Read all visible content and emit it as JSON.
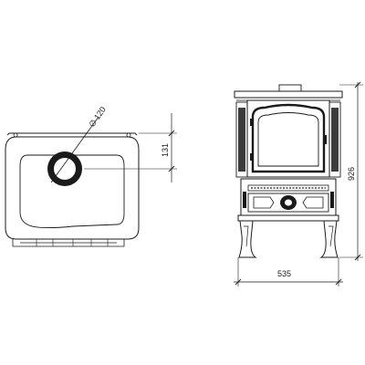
{
  "drawing": {
    "colors": {
      "line": "#1a1a1a",
      "background": "#ffffff"
    },
    "top_view": {
      "flue_diameter_symbol": "∅",
      "flue_diameter_value": "120",
      "flue_offset_value": "131"
    },
    "front_view": {
      "height_value": "926",
      "width_value": "535"
    }
  }
}
